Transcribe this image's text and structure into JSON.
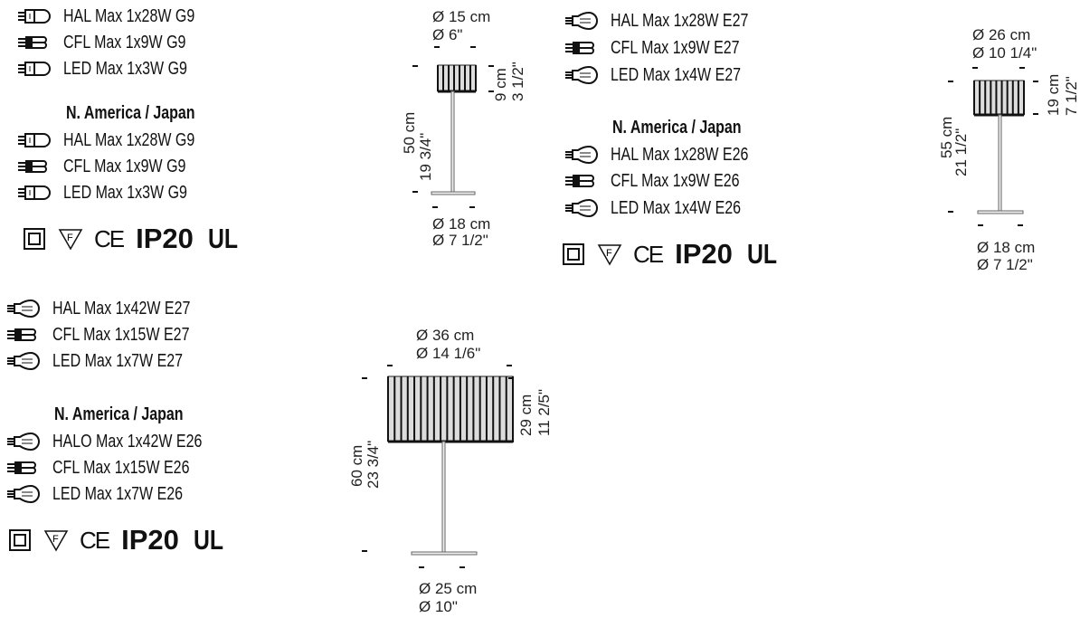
{
  "spec_g9": {
    "default": [
      {
        "icon": "g9-halogen-bulb-icon",
        "label": "HAL Max 1x28W G9"
      },
      {
        "icon": "g9-cfl-bulb-icon",
        "label": "CFL Max 1x9W G9"
      },
      {
        "icon": "g9-led-bulb-icon",
        "label": "LED Max 1x3W G9"
      }
    ],
    "region_heading": "N. America / Japan",
    "region": [
      {
        "icon": "g9-halogen-bulb-icon",
        "label": "HAL Max 1x28W G9"
      },
      {
        "icon": "g9-cfl-bulb-icon",
        "label": "CFL Max 1x9W G9"
      },
      {
        "icon": "g9-led-bulb-icon",
        "label": "LED Max 1x3W G9"
      }
    ],
    "certs": {
      "ip": "IP20",
      "ul": "UL",
      "ce": "CE",
      "f": "F"
    }
  },
  "spec_e27_small": {
    "default": [
      {
        "icon": "e27-halogen-bulb-icon",
        "label": "HAL Max 1x28W E27"
      },
      {
        "icon": "e27-cfl-bulb-icon",
        "label": "CFL Max 1x9W E27"
      },
      {
        "icon": "e27-led-bulb-icon",
        "label": "LED Max 1x4W E27"
      }
    ],
    "region_heading": "N. America / Japan",
    "region": [
      {
        "icon": "e26-halogen-bulb-icon",
        "label": "HAL Max 1x28W E26"
      },
      {
        "icon": "e26-cfl-bulb-icon",
        "label": "CFL Max 1x9W E26"
      },
      {
        "icon": "e26-led-bulb-icon",
        "label": "LED Max 1x4W E26"
      }
    ],
    "certs": {
      "ip": "IP20",
      "ul": "UL",
      "ce": "CE",
      "f": "F"
    }
  },
  "spec_e27_large": {
    "default": [
      {
        "icon": "e27-halogen-bulb-icon",
        "label": "HAL Max 1x42W E27"
      },
      {
        "icon": "e27-cfl-bulb-icon",
        "label": "CFL Max 1x15W E27"
      },
      {
        "icon": "e27-led-bulb-icon",
        "label": "LED Max 1x7W E27"
      }
    ],
    "region_heading": "N. America / Japan",
    "region": [
      {
        "icon": "e26-halogen-bulb-icon",
        "label": "HALO Max 1x42W E26"
      },
      {
        "icon": "e26-cfl-bulb-icon",
        "label": "CFL Max 1x15W E26"
      },
      {
        "icon": "e26-led-bulb-icon",
        "label": "LED Max 1x7W E26"
      }
    ],
    "certs": {
      "ip": "IP20",
      "ul": "UL",
      "ce": "CE",
      "f": "F"
    }
  },
  "lamp_small": {
    "shade_d_cm": "Ø 15 cm",
    "shade_d_in": "Ø 6\"",
    "shade_h_cm": "9 cm",
    "shade_h_in": "3 1/2\"",
    "total_h_cm": "50 cm",
    "total_h_in": "19 3/4\"",
    "base_d_cm": "Ø 18 cm",
    "base_d_in": "Ø 7 1/2\""
  },
  "lamp_medium": {
    "shade_d_cm": "Ø 26 cm",
    "shade_d_in": "Ø 10 1/4\"",
    "shade_h_cm": "19 cm",
    "shade_h_in": "7 1/2\"",
    "total_h_cm": "55 cm",
    "total_h_in": "21 1/2\"",
    "base_d_cm": "Ø 18 cm",
    "base_d_in": "Ø 7 1/2\""
  },
  "lamp_large": {
    "shade_d_cm": "Ø 36 cm",
    "shade_d_in": "Ø 14 1/6\"",
    "shade_h_cm": "29 cm",
    "shade_h_in": "11 2/5\"",
    "total_h_cm": "60 cm",
    "total_h_in": "23 3/4\"",
    "base_d_cm": "Ø 25 cm",
    "base_d_in": "Ø 10\""
  }
}
